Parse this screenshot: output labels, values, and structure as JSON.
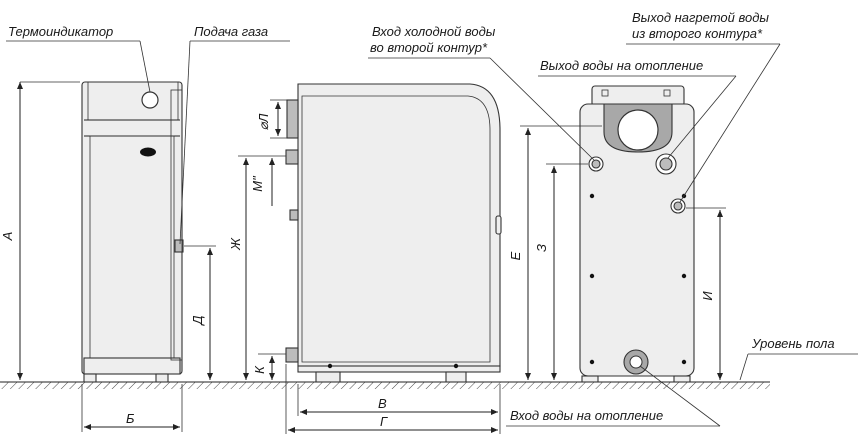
{
  "labels": {
    "thermo": "Термоиндикатор",
    "gas": "Подача газа",
    "cold_in_1": "Вход холодной воды",
    "cold_in_2": "во второй контур*",
    "hot_out_1": "Выход нагретой воды",
    "hot_out_2": "из второго контура*",
    "heating_out": "Выход воды на отопление",
    "floor": "Уровень пола",
    "heating_in": "Вход воды на отопление"
  },
  "dimensions": {
    "A": "А",
    "B": "Б",
    "V": "В",
    "G": "Г",
    "D": "Д",
    "E": "Е",
    "Zh": "Ж",
    "Z": "З",
    "I": "И",
    "K": "К",
    "L": "⌀Л",
    "M": "М\""
  },
  "colors": {
    "body": "#eeeeee",
    "pipe": "#bcbcbc",
    "line": "#222222"
  }
}
